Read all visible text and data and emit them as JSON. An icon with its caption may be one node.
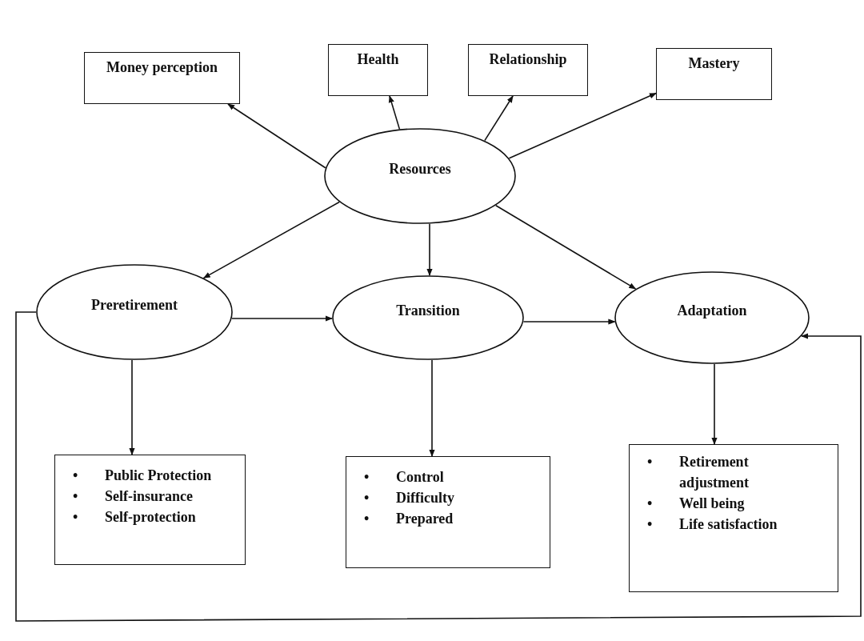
{
  "diagram": {
    "nodes": [
      {
        "text": [
          "Money perception"
        ]
      },
      {
        "text": [
          "Health"
        ]
      },
      {
        "text": [
          "Relationship"
        ]
      },
      {
        "text": [
          "Mastery"
        ]
      },
      {
        "text": [
          "Resources"
        ]
      },
      {
        "text": [
          "Preretirement"
        ]
      },
      {
        "text": [
          "Transition"
        ]
      },
      {
        "text": [
          "Adaptation"
        ]
      },
      {
        "text": [
          "• Public Protection",
          "• Self-insurance",
          "• Self-protection"
        ]
      },
      {
        "text": [
          "• Control",
          "• Difficulty",
          "• Prepared"
        ]
      },
      {
        "text": [
          "• Retirement adjustment",
          "• Well being",
          "• Life satisfaction"
        ]
      }
    ],
    "edges": [
      {
        "from": 4,
        "to": 0,
        "arrow": "to"
      },
      {
        "from": 4,
        "to": 1,
        "arrow": "to"
      },
      {
        "from": 4,
        "to": 2,
        "arrow": "to"
      },
      {
        "from": 4,
        "to": 3,
        "arrow": "to"
      },
      {
        "from": 4,
        "to": 5,
        "arrow": "to"
      },
      {
        "from": 4,
        "to": 6,
        "arrow": "to"
      },
      {
        "from": 4,
        "to": 7,
        "arrow": "to"
      },
      {
        "from": 5,
        "to": 6,
        "arrow": "to"
      },
      {
        "from": 6,
        "to": 7,
        "arrow": "to"
      },
      {
        "from": 5,
        "to": 8,
        "arrow": "to"
      },
      {
        "from": 6,
        "to": 9,
        "arrow": "to"
      },
      {
        "from": 7,
        "to": 10,
        "arrow": "to"
      },
      {
        "from": 5,
        "to": 7,
        "arrow": "to"
      }
    ]
  }
}
